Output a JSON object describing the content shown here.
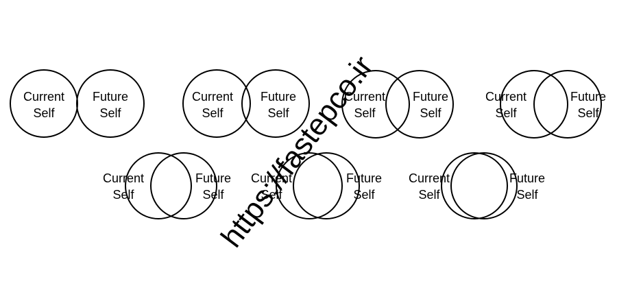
{
  "diagram": {
    "labels": {
      "current_line1": "Current",
      "current_line2": "Self",
      "future_line1": "Future",
      "future_line2": "Self"
    },
    "pairs_count": 7
  },
  "watermark": {
    "text": "https://fastepco.ir"
  },
  "colors": {
    "stroke": "#000000",
    "background": "#ffffff"
  }
}
